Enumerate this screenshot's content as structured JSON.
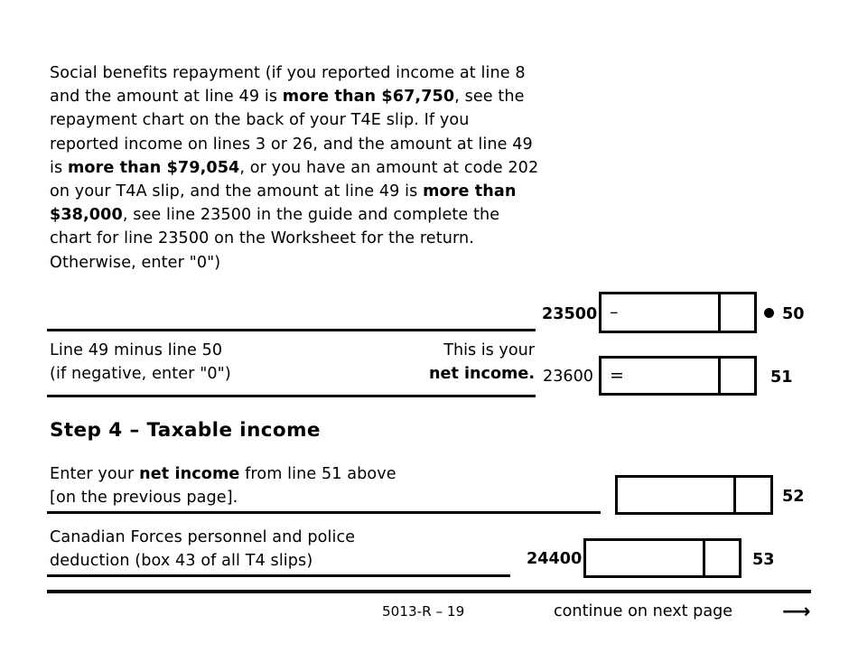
{
  "form": {
    "footer_code": "5013-R – 19",
    "footer_continue": "continue on next page",
    "arrow_icon": "arrow-right-icon"
  },
  "social_benefits": {
    "text_part_1": "Social benefits repayment (if you reported income at line 8 and the amount at line 49 is ",
    "bold_1": "more than $67,750",
    "text_part_2": ", see the repayment chart on the back of your T4E slip. If you reported income on lines 3 or 26, and the amount at line 49 is ",
    "bold_2": "more than $79,054",
    "text_part_3": ", or you have an amount at code 202 on your T4A slip, and the amount at line 49 is ",
    "bold_3": "more than $38,000",
    "text_part_4": ", see line 23500 in the guide and complete the chart for line 23500 on the Worksheet for the return. Otherwise, enter \"0\")",
    "field_code": "23500",
    "operator": "–",
    "line_number": "50",
    "value": "",
    "cents": ""
  },
  "net_income": {
    "label_line_1": "Line 49 minus line 50",
    "label_line_2": "(if negative, enter \"0\")",
    "note_line_1": "This is your",
    "note_line_2": "net income.",
    "field_code": "23600",
    "operator": "=",
    "line_number": "51",
    "value": "",
    "cents": ""
  },
  "step4": {
    "heading": "Step 4 – Taxable income",
    "rows": [
      {
        "label_line_1_pre": "Enter your ",
        "label_line_1_bold": "net income",
        "label_line_1_post": " from line 51 above",
        "label_line_2": "[on the previous page].",
        "field_code": "",
        "operator": "",
        "line_number": "52",
        "value": "",
        "cents": ""
      },
      {
        "label_line_1": "Canadian Forces personnel and police",
        "label_line_2": "deduction (box 43 of all T4 slips)",
        "field_code": "24400",
        "operator": "",
        "line_number": "53",
        "value": "",
        "cents": ""
      }
    ]
  }
}
